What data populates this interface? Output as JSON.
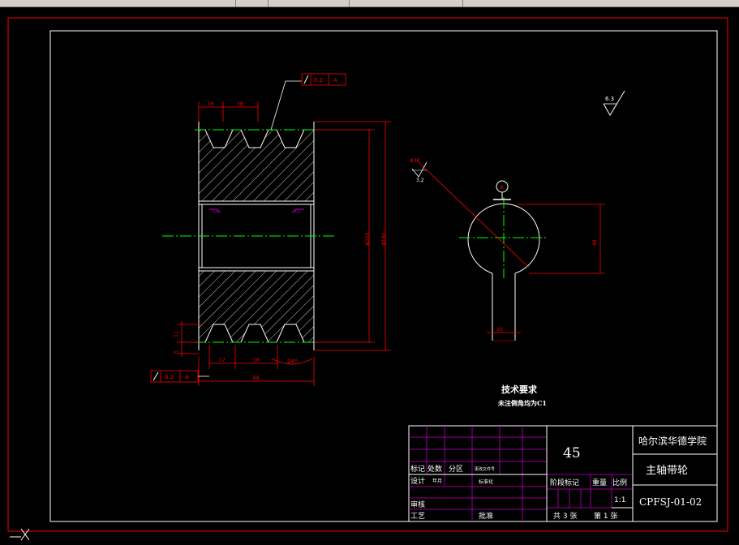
{
  "annotations": {
    "tolerance_top": {
      "value": "0.2",
      "datum": "A"
    },
    "tolerance_bottom": {
      "value": "0.2",
      "datum": "A"
    },
    "roughness": "6.3",
    "roughness_hole": "3.2",
    "datum_label": "A",
    "groove_angle": "34°",
    "chamfer_left": "C1",
    "chamfer_right": "C1"
  },
  "dimensions": {
    "top_groove_pitch_1": "16",
    "top_groove_pitch_2": "38",
    "left_dim_1": "11",
    "left_dim_2": "5",
    "bottom_dim_1": "17",
    "bottom_dim_2": "16",
    "overall_width": "68",
    "diameter_1": "Φ205",
    "diameter_2": "Φ190",
    "hole_dim_vertical": "48",
    "hole_dim_bottom": "10",
    "hole_diameter": "Φ38"
  },
  "requirements": {
    "title": "技术要求",
    "text": "未注倒角均为C1"
  },
  "title_block": {
    "school": "哈尔滨华德学院",
    "part_name": "主轴带轮",
    "material": "45",
    "drawing_no": "CPFSJ-01-02",
    "scale": "1:1",
    "headers": {
      "mark": "标记",
      "location": "处数",
      "zone": "分区",
      "change_doc": "更改文件号",
      "design": "设计",
      "date": "年月",
      "standardize": "标准化",
      "review": "审核",
      "process": "工艺",
      "approve": "批准",
      "stage_mark": "阶段标记",
      "weight": "重量",
      "ratio": "比例",
      "total_sheets": "共 3 张",
      "sheet_no": "第 1 张"
    }
  },
  "colors": {
    "background": "#000000",
    "frame": "#ff0000",
    "border": "#ffffff",
    "grid": "#c000c0",
    "centerline": "#00ff00",
    "dimension": "#ff0000"
  }
}
